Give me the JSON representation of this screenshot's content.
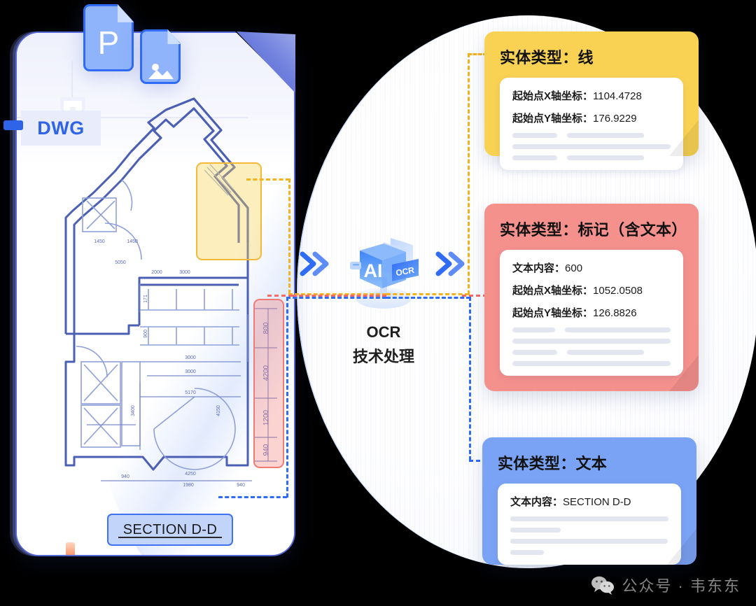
{
  "source_panel": {
    "badge_label": "DWG",
    "file_icons": [
      {
        "name": "pdf-file-icon",
        "glyph": "P"
      },
      {
        "name": "image-file-icon",
        "glyph": "image"
      }
    ],
    "drawing": {
      "section_label": "SECTION D-D",
      "highlight_yellow": "line entity highlight",
      "highlight_red": "dimension mark highlight"
    }
  },
  "process": {
    "icon_label_primary": "AI",
    "icon_label_secondary": "OCR",
    "caption_line1": "OCR",
    "caption_line2": "技术处理",
    "arrow_left": "chevron-right-double",
    "arrow_right": "chevron-right-double"
  },
  "cards": [
    {
      "id": "line",
      "title": "实体类型：线",
      "color": "#fad253",
      "rows": [
        {
          "label": "起始点X轴坐标：",
          "value": "1104.4728"
        },
        {
          "label": "起始点Y轴坐标：",
          "value": "176.9229"
        }
      ],
      "placeholder_bars": [
        [
          64,
          110
        ],
        [
          250
        ],
        [
          64,
          110
        ]
      ]
    },
    {
      "id": "mark",
      "title": "实体类型：标记（含文本）",
      "color": "#f5918d",
      "rows": [
        {
          "label": "文本内容：",
          "value": "600"
        },
        {
          "label": "起始点X轴坐标：",
          "value": "1052.0508"
        },
        {
          "label": "起始点Y轴坐标：",
          "value": "126.8826"
        }
      ],
      "placeholder_bars": [
        [
          64,
          160
        ],
        [
          250
        ],
        [
          64,
          110
        ],
        [
          250
        ]
      ]
    },
    {
      "id": "text",
      "title": "实体类型：文本",
      "color": "#7ba3f5",
      "rows": [
        {
          "label": "文本内容：",
          "value": "SECTION D-D"
        }
      ],
      "placeholder_bars": [
        [
          250
        ],
        [
          72
        ],
        [
          225
        ],
        [
          48
        ]
      ]
    }
  ],
  "watermark": {
    "icon": "wechat-icon",
    "text": "公众号 · 韦东东"
  },
  "palette": {
    "yellow": "#fad253",
    "yellow_line": "#f5b21f",
    "red": "#f5918d",
    "red_line": "#f26b66",
    "blue": "#7ba3f5",
    "blue_line": "#2f6bf5",
    "drawing_ink": "#4b5fb5",
    "frame": "#5566d6"
  }
}
